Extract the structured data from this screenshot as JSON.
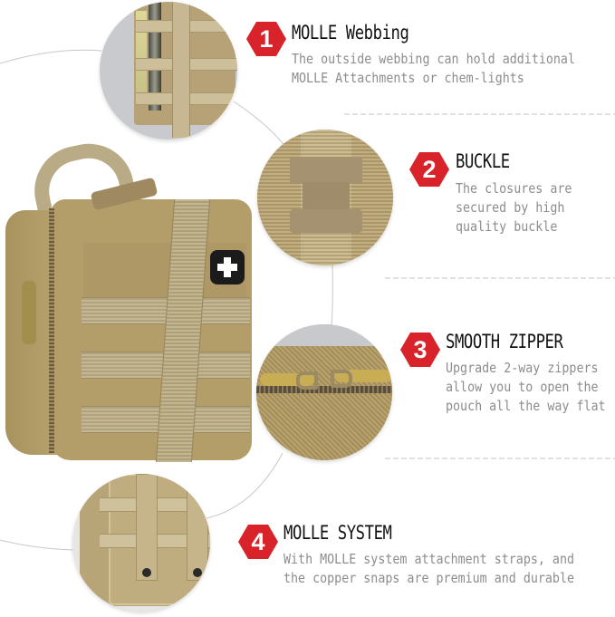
{
  "product": {
    "name": "Tactical first aid pouch",
    "patch_icon": "medical-cross-icon",
    "colors": {
      "fabric": "#b39d69",
      "webbing": "#c4b894",
      "patch": "#1b1b1b"
    }
  },
  "accent_color": "#d8232a",
  "features": [
    {
      "number": "1",
      "title": "MOLLE Webbing",
      "description": "The outside webbing can hold additional\nMOLLE Attachments or chem-lights",
      "detail_image": "molle-webbing-closeup"
    },
    {
      "number": "2",
      "title": "BUCKLE",
      "description": "The closures are\nsecured by high\nquality buckle",
      "detail_image": "buckle-closeup"
    },
    {
      "number": "3",
      "title": "SMOOTH ZIPPER",
      "description": "Upgrade 2-way zippers\nallow you to open the\npouch all the way flat",
      "detail_image": "zipper-closeup"
    },
    {
      "number": "4",
      "title": "MOLLE SYSTEM",
      "description": "With MOLLE system attachment straps, and\nthe copper snaps are premium and durable",
      "detail_image": "molle-system-snaps-closeup"
    }
  ]
}
